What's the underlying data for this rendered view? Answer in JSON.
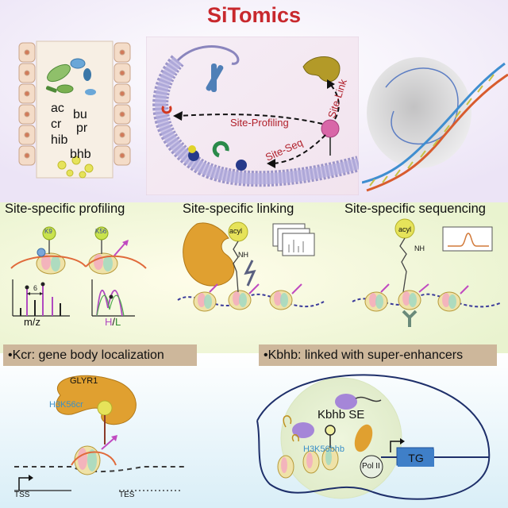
{
  "title": "SiTomics",
  "intestine": {
    "acyl_marks": [
      "ac",
      "bu",
      "cr",
      "pr",
      "hib",
      "bhb"
    ]
  },
  "center_panel": {
    "arrow_labels": [
      "Site-Profiling",
      "Site-Seq",
      "Site-Link"
    ]
  },
  "sections": {
    "profiling": "Site-specific profiling",
    "linking": "Site-specific linking",
    "sequencing": "Site-specific sequencing"
  },
  "profiling_panel": {
    "site_labels": [
      "K9",
      "K56"
    ],
    "spectrum_axis": "m/z",
    "spacing_label": "6",
    "ratio_h": "H",
    "ratio_slash": "/",
    "ratio_l": "L"
  },
  "linking_panel": {
    "acyl_label": "acyl",
    "nh_label": "NH"
  },
  "sequencing_panel": {
    "acyl_label": "acyl",
    "nh_label": "NH"
  },
  "banners": {
    "left": "•Kcr: gene body localization",
    "right": "•Kbhb: linked with super-enhancers"
  },
  "kcr_panel": {
    "reader": "GLYR1",
    "mark": "H3K56cr",
    "tss": "TSS",
    "tes": "TES"
  },
  "kbhb_panel": {
    "se_label": "Kbhb SE",
    "mark": "H3K56bhb",
    "pol": "Pol II",
    "gene": "TG"
  },
  "colors": {
    "title": "#c8282d",
    "reader": "#e0a030",
    "mark_blue": "#3a8fc8",
    "banner": "#cdb79b",
    "tg_box": "#2f6fb8"
  }
}
